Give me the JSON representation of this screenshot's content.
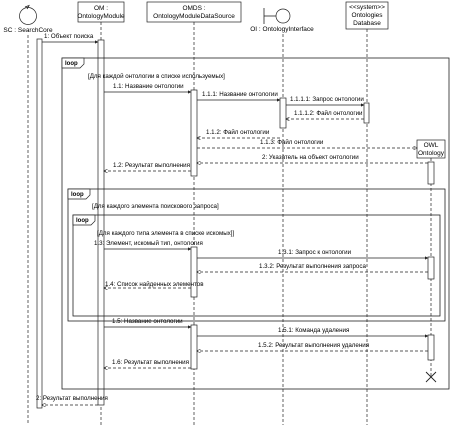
{
  "participants": {
    "sc": "SC : SearchCore",
    "om_name": "OM :",
    "om_type": "OntologyModule",
    "omds_name": "OMDS :",
    "omds_type": "OntologyModuleDataSource",
    "oi": "OI : OntologyInterface",
    "db_stereotype": "<<system>>",
    "db_line1": "Ontologies",
    "db_line2": "Database",
    "owl_line1": "OWL",
    "owl_line2": "Ontology"
  },
  "frames": {
    "loop_tag": "loop",
    "guard1": "[Для каждой онтологии в списке используемых]",
    "guard2": "[Для каждого элемента поискового запроса]",
    "guard3a": "[Для каждого типа элемента в списке искомых]]"
  },
  "messages": {
    "m1": "1: Объект поиска",
    "m11": "1.1: Название онтологии",
    "m111": "1.1.1: Название онтологии",
    "m1111": "1.1.1.1: Запрос онтологии",
    "m1112": "1.1.1.2: Файл онтологии",
    "m112": "1.1.2: Файл онтологии",
    "m113": "1.1.3: Файл онтологии",
    "m12b": "2: Указатель на объект онтологии",
    "m12": "1.2: Результат выполнения",
    "m13": "1.3: Элемент, искомый тип, онтология",
    "m131": "1.3.1: Запрос к онтологии",
    "m132": "1.3.2: Результат выполнения запроса",
    "m14": "1.4: Список найденных элементов",
    "m15": "1.5: Название онтологии",
    "m151": "1.5.1: Команда удаления",
    "m152": "1.5.2: Результат выполнения удаления",
    "m16": "1.6: Результат выполнения",
    "m2": "2: Результат выполнения"
  }
}
